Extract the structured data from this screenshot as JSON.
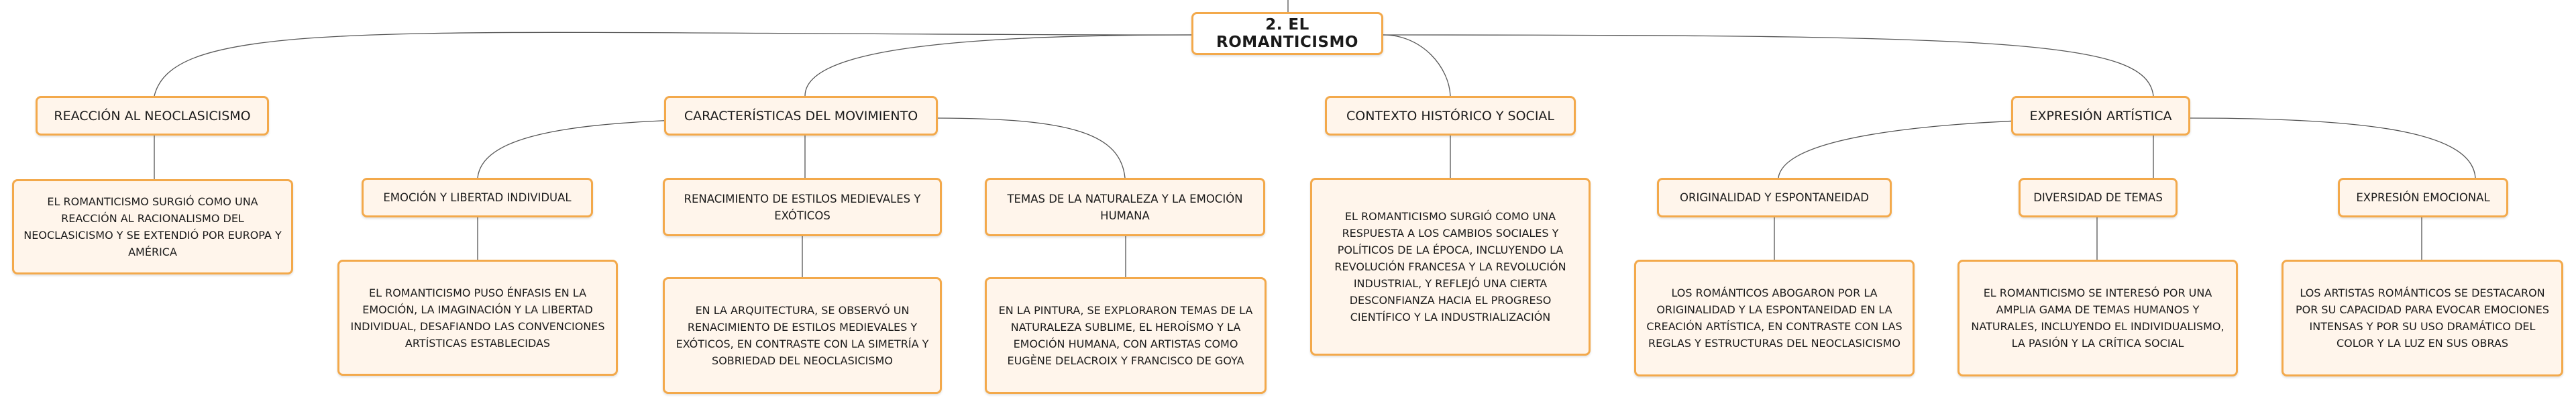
{
  "diagram": {
    "root": {
      "label": "2. EL ROMANTICISMO"
    },
    "sections": [
      {
        "label": "REACCIÓN AL NEOCLASICISMO",
        "description": "EL ROMANTICISMO SURGIÓ COMO UNA REACCIÓN AL RACIONALISMO DEL NEOCLASICISMO Y SE EXTENDIÓ POR EUROPA Y AMÉRICA"
      },
      {
        "label": "CARACTERÍSTICAS DEL MOVIMIENTO",
        "children": [
          {
            "label": "EMOCIÓN Y LIBERTAD INDIVIDUAL",
            "description": "EL ROMANTICISMO PUSO ÉNFASIS EN LA EMOCIÓN, LA IMAGINACIÓN Y LA LIBERTAD INDIVIDUAL, DESAFIANDO LAS CONVENCIONES ARTÍSTICAS ESTABLECIDAS"
          },
          {
            "label": "RENACIMIENTO DE ESTILOS MEDIEVALES Y EXÓTICOS",
            "description": "EN LA ARQUITECTURA, SE OBSERVÓ UN RENACIMIENTO DE ESTILOS MEDIEVALES Y EXÓTICOS, EN CONTRASTE CON LA SIMETRÍA Y SOBRIEDAD DEL NEOCLASICISMO"
          },
          {
            "label": "TEMAS DE LA NATURALEZA Y LA EMOCIÓN HUMANA",
            "description": "EN LA PINTURA, SE EXPLORARON TEMAS DE LA NATURALEZA SUBLIME, EL HEROÍSMO Y LA EMOCIÓN HUMANA, CON ARTISTAS COMO EUGÈNE DELACROIX Y FRANCISCO DE GOYA"
          }
        ]
      },
      {
        "label": "CONTEXTO HISTÓRICO Y SOCIAL",
        "description": "EL ROMANTICISMO SURGIÓ COMO UNA RESPUESTA A LOS CAMBIOS SOCIALES Y POLÍTICOS DE LA ÉPOCA, INCLUYENDO LA REVOLUCIÓN FRANCESA Y LA REVOLUCIÓN INDUSTRIAL, Y REFLEJÓ UNA CIERTA DESCONFIANZA HACIA EL PROGRESO CIENTÍFICO Y LA INDUSTRIALIZACIÓN"
      },
      {
        "label": "EXPRESIÓN ARTÍSTICA",
        "children": [
          {
            "label": "ORIGINALIDAD Y ESPONTANEIDAD",
            "description": "LOS ROMÁNTICOS ABOGARON POR LA ORIGINALIDAD Y LA ESPONTANEIDAD EN LA CREACIÓN ARTÍSTICA, EN CONTRASTE CON LAS REGLAS Y ESTRUCTURAS DEL NEOCLASICISMO"
          },
          {
            "label": "DIVERSIDAD DE TEMAS",
            "description": "EL ROMANTICISMO SE INTERESÓ POR UNA AMPLIA GAMA DE TEMAS HUMANOS Y NATURALES, INCLUYENDO EL INDIVIDUALISMO, LA PASIÓN Y LA CRÍTICA SOCIAL"
          },
          {
            "label": "EXPRESIÓN EMOCIONAL",
            "description": "LOS ARTISTAS ROMÁNTICOS SE DESTACARON POR SU CAPACIDAD PARA EVOCAR EMOCIONES INTENSAS Y POR SU USO DRAMÁTICO DEL COLOR Y LA LUZ EN SUS OBRAS"
          }
        ]
      }
    ]
  },
  "colors": {
    "border": "#f3a94b",
    "fill": "#fff5eb",
    "root_fill": "#ffffff",
    "line": "#555555",
    "text": "#1a1a1a"
  }
}
